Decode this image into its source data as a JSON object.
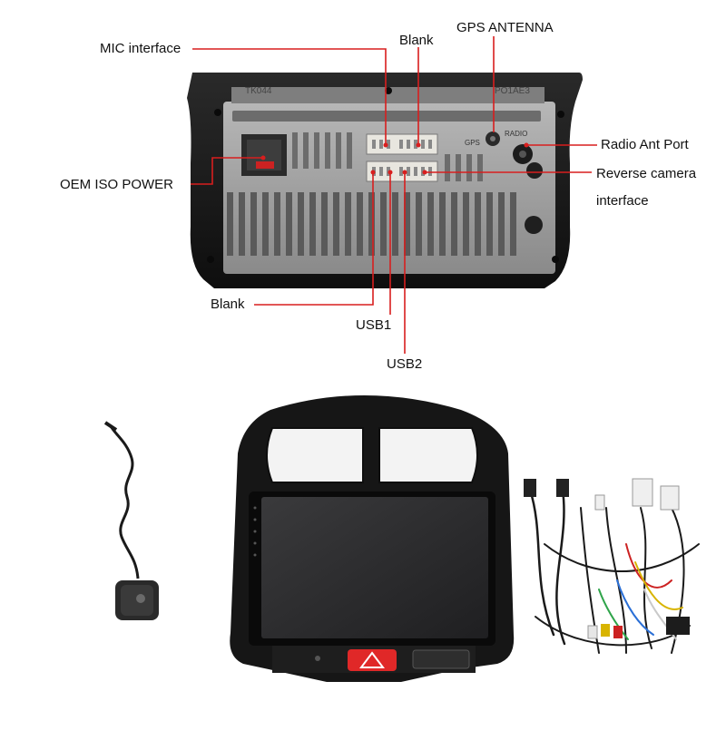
{
  "labels": {
    "mic": "MIC interface",
    "blank_top": "Blank",
    "gps": "GPS ANTENNA",
    "oem": "OEM ISO POWER",
    "radio": "Radio Ant Port",
    "reverse_line1": "Reverse camera",
    "reverse_line2": "interface",
    "blank_bottom": "Blank",
    "usb1": "USB1",
    "usb2": "USB2"
  },
  "unit_markings": {
    "model": "TK044",
    "serial": "PO1AE3",
    "gps_port": "GPS",
    "radio_port": "RADIO"
  },
  "colors": {
    "pointer_line": "#d81e1e",
    "frame": "#1a1a1a",
    "chassis": "#9a9a9a",
    "hazard_button": "#e02828",
    "screen": "#2c2c2e"
  },
  "icons": {
    "gps_antenna": "gps-antenna-icon",
    "hazard": "hazard-triangle-icon",
    "wiring_harness": "wiring-harness-icon"
  }
}
